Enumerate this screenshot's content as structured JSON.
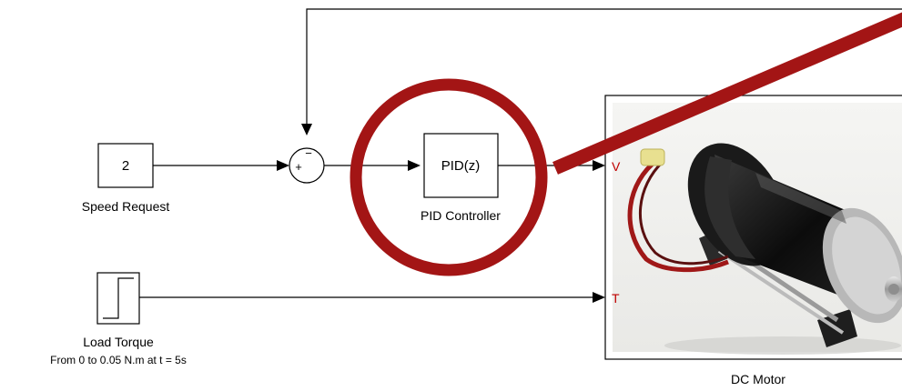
{
  "colors": {
    "annotation": "#a31515",
    "port_label": "#c00000",
    "line": "#000000",
    "background": "#ffffff"
  },
  "blocks": {
    "speed_request": {
      "value": "2",
      "label": "Speed Request"
    },
    "sum": {
      "plus_sign": "+",
      "minus_sign": "−"
    },
    "pid_controller": {
      "inner_text": "PID(z)",
      "label": "PID Controller"
    },
    "load_torque": {
      "label": "Load Torque",
      "sublabel": "From 0 to 0.05 N.m at t = 5s"
    },
    "dc_motor": {
      "label": "DC Motor",
      "port_v": "V",
      "port_t": "T",
      "image": "dc-motor-photo"
    }
  },
  "annotation": {
    "shape": "circle-with-pointer",
    "target": "pid_controller"
  }
}
